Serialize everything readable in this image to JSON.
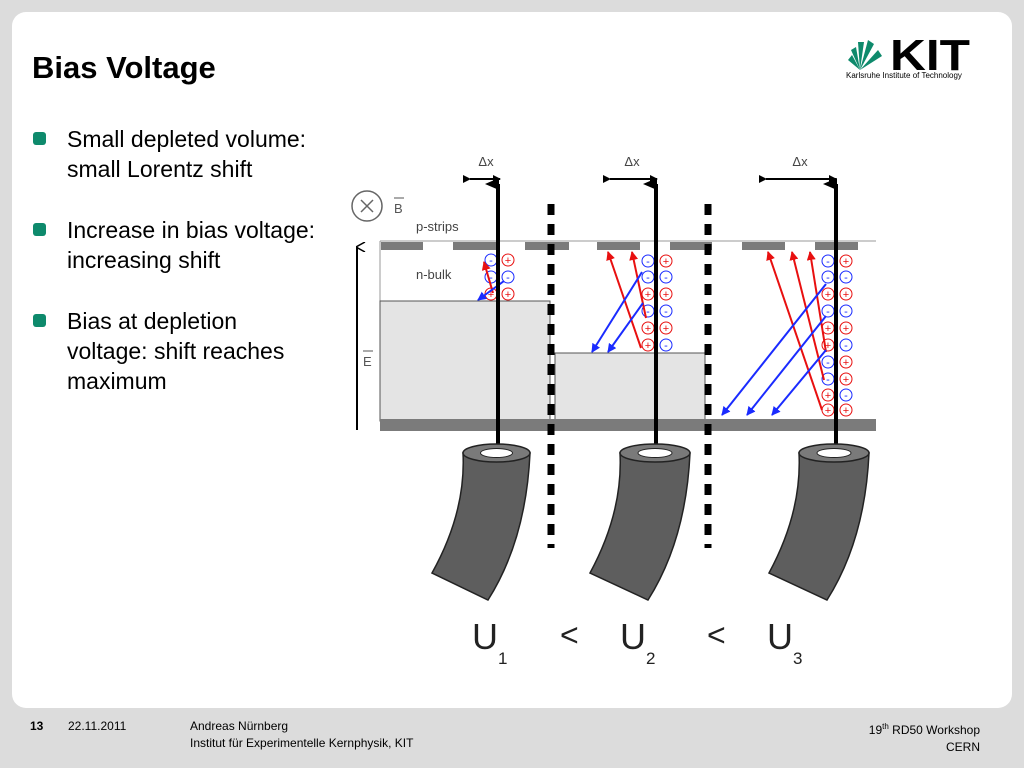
{
  "slide": {
    "title": "Bias Voltage",
    "bullets": [
      "Small depleted volume: small Lorentz shift",
      "Increase in bias voltage: increasing shift",
      "Bias at depletion voltage: shift reaches maximum"
    ]
  },
  "logo": {
    "wordmark": "KIT",
    "tagline": "Karlsruhe Institute of Technology"
  },
  "diagram": {
    "labels": {
      "delta_x": "Δx",
      "b_field": "B",
      "e_field": "E",
      "p_strips": "p-strips",
      "n_bulk": "n-bulk",
      "minus": "-",
      "plus": "+"
    },
    "voltages": {
      "u_letter": "U",
      "less_than": "<",
      "subscripts": [
        "1",
        "2",
        "3"
      ]
    }
  },
  "footer": {
    "page_number": "13",
    "date": "22.11.2011",
    "author": "Andreas Nürnberg",
    "institute": "Institut für Experimentelle Kernphysik, KIT",
    "event_number": "19",
    "event_suffix": "th",
    "event_name": "RD50 Workshop",
    "location": "CERN"
  },
  "colors": {
    "accent": "#0e8a6c",
    "electron_drift": "#1a2bff",
    "hole_drift": "#e81010",
    "depleted_region": "#e4e4e4",
    "sensor_metal": "#7b7b7b"
  }
}
